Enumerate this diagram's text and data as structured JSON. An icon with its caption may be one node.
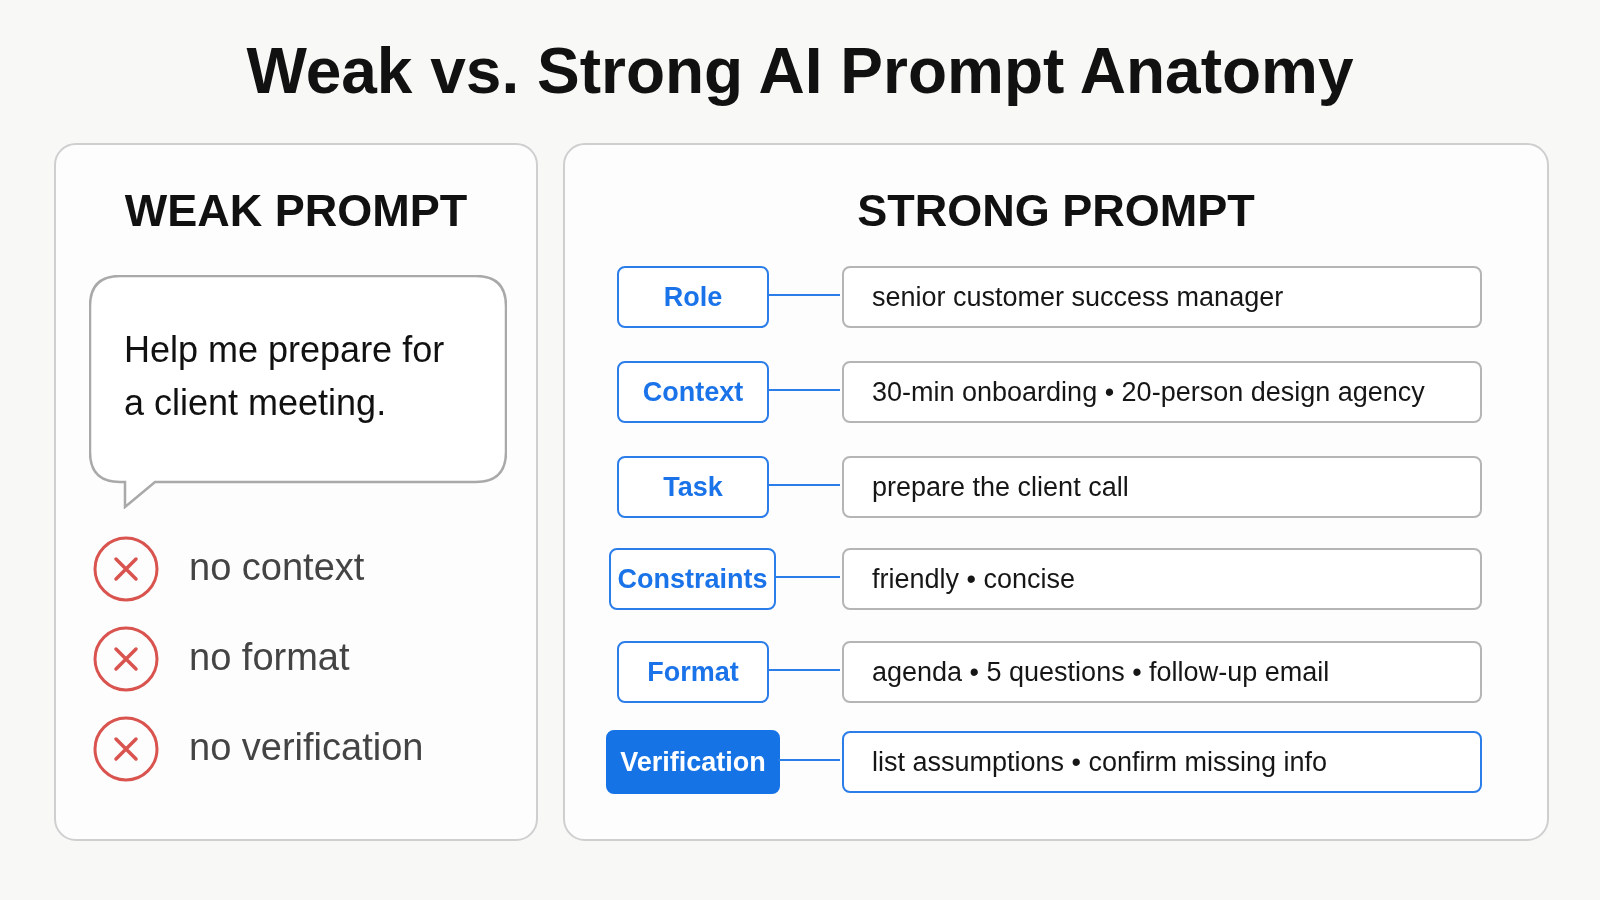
{
  "diagram": {
    "title": "Weak vs. Strong AI Prompt Anatomy",
    "nodes": [
      {
        "text": [
          "WEAK PROMPT"
        ]
      },
      {
        "text": [
          "Help me prepare for a client meeting."
        ],
        "in": 0
      },
      {
        "text": [
          "STRONG PROMPT"
        ]
      },
      {
        "text": [
          "Role"
        ],
        "in": 2
      },
      {
        "text": [
          "senior customer success manager"
        ],
        "in": 2
      },
      {
        "text": [
          "Context"
        ],
        "in": 2
      },
      {
        "text": [
          "30-min onboarding • 20-person design agency"
        ],
        "in": 2
      },
      {
        "text": [
          "Task"
        ],
        "in": 2
      },
      {
        "text": [
          "prepare the client call"
        ],
        "in": 2
      },
      {
        "text": [
          "Constraints"
        ],
        "in": 2
      },
      {
        "text": [
          "friendly • concise"
        ],
        "in": 2
      },
      {
        "text": [
          "Format"
        ],
        "in": 2
      },
      {
        "text": [
          "agenda • 5 questions • follow-up email"
        ],
        "in": 2
      },
      {
        "text": [
          "Verification"
        ],
        "in": 2
      },
      {
        "text": [
          "list assumptions • confirm missing info"
        ],
        "in": 2
      }
    ],
    "edges": [
      {
        "from": 3,
        "to": 4,
        "arrow": "none"
      },
      {
        "from": 5,
        "to": 6,
        "arrow": "none"
      },
      {
        "from": 7,
        "to": 8,
        "arrow": "none"
      },
      {
        "from": 9,
        "to": 10,
        "arrow": "none"
      },
      {
        "from": 11,
        "to": 12,
        "arrow": "none"
      },
      {
        "from": 13,
        "to": 14,
        "arrow": "none"
      }
    ],
    "labels": [
      "no context",
      "no format",
      "no verification"
    ]
  }
}
